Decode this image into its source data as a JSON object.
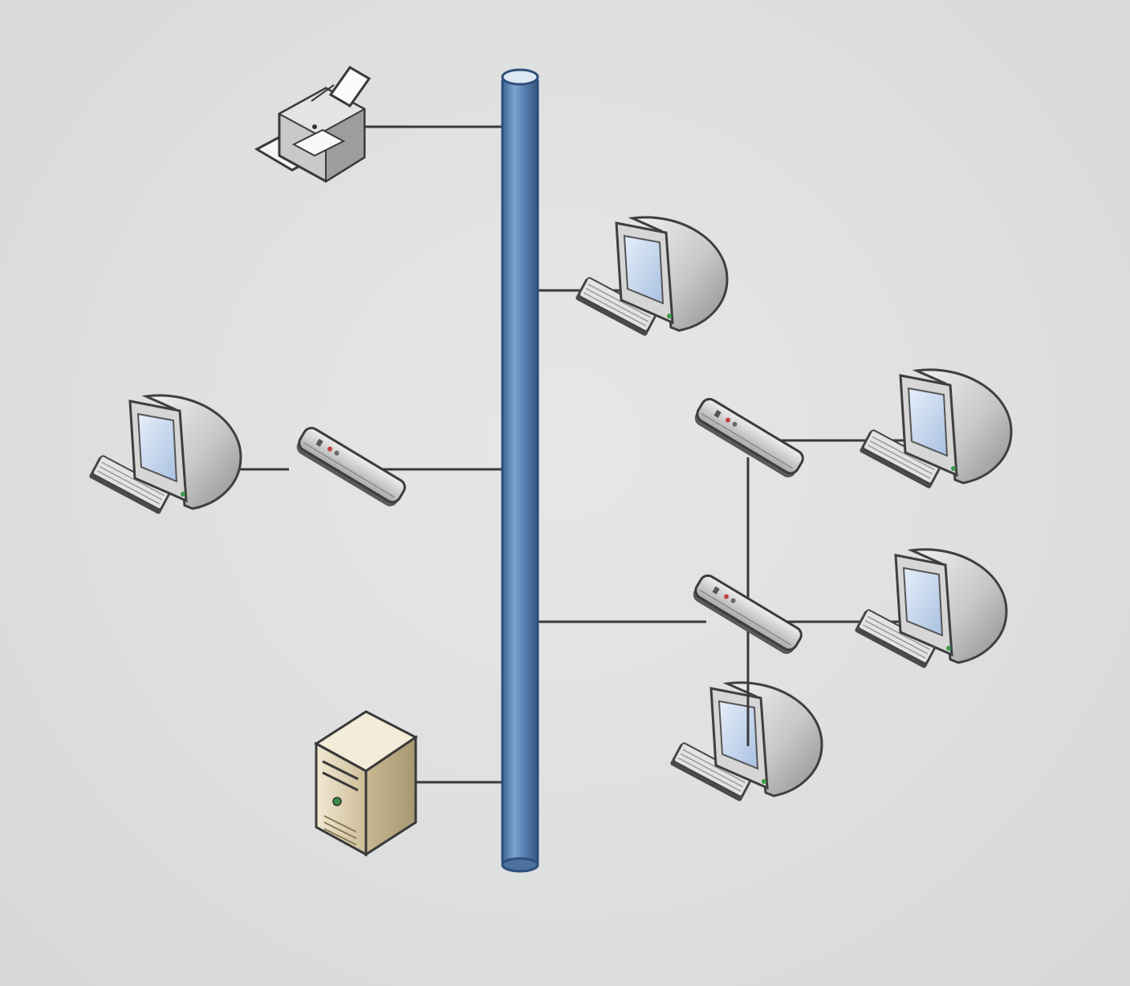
{
  "diagram": {
    "type": "bus-network-topology",
    "labels": [],
    "colors": {
      "background": "#dcdede",
      "backbone": "#5b82b3",
      "backbone_edge": "#2f4f78",
      "link": "#3a3a3a",
      "monitor_body": "#c9c9c9",
      "screen": "#c7d8ee",
      "server_body": "#e2d6b8"
    },
    "nodes": [
      {
        "id": "backbone-bus",
        "kind": "backbone"
      },
      {
        "id": "printer",
        "kind": "printer-icon"
      },
      {
        "id": "workstation-upper-right",
        "kind": "computer-icon"
      },
      {
        "id": "workstation-left",
        "kind": "computer-icon"
      },
      {
        "id": "transceiver-left",
        "kind": "transceiver-icon"
      },
      {
        "id": "transceiver-right-upper",
        "kind": "transceiver-icon"
      },
      {
        "id": "transceiver-right-lower",
        "kind": "transceiver-icon"
      },
      {
        "id": "workstation-far-right-upper",
        "kind": "computer-icon"
      },
      {
        "id": "workstation-far-right-lower",
        "kind": "computer-icon"
      },
      {
        "id": "workstation-bottom-right",
        "kind": "computer-icon"
      },
      {
        "id": "file-server",
        "kind": "server-icon"
      }
    ],
    "links": [
      {
        "from": "printer",
        "to": "backbone-bus"
      },
      {
        "from": "workstation-upper-right",
        "to": "backbone-bus"
      },
      {
        "from": "workstation-left",
        "to": "transceiver-left"
      },
      {
        "from": "transceiver-left",
        "to": "backbone-bus"
      },
      {
        "from": "backbone-bus",
        "to": "transceiver-right-lower"
      },
      {
        "from": "transceiver-right-lower",
        "to": "workstation-far-right-lower"
      },
      {
        "from": "transceiver-right-upper",
        "to": "workstation-far-right-upper"
      },
      {
        "from": "transceiver-right-upper",
        "to": "workstation-bottom-right"
      },
      {
        "from": "file-server",
        "to": "backbone-bus"
      }
    ]
  }
}
